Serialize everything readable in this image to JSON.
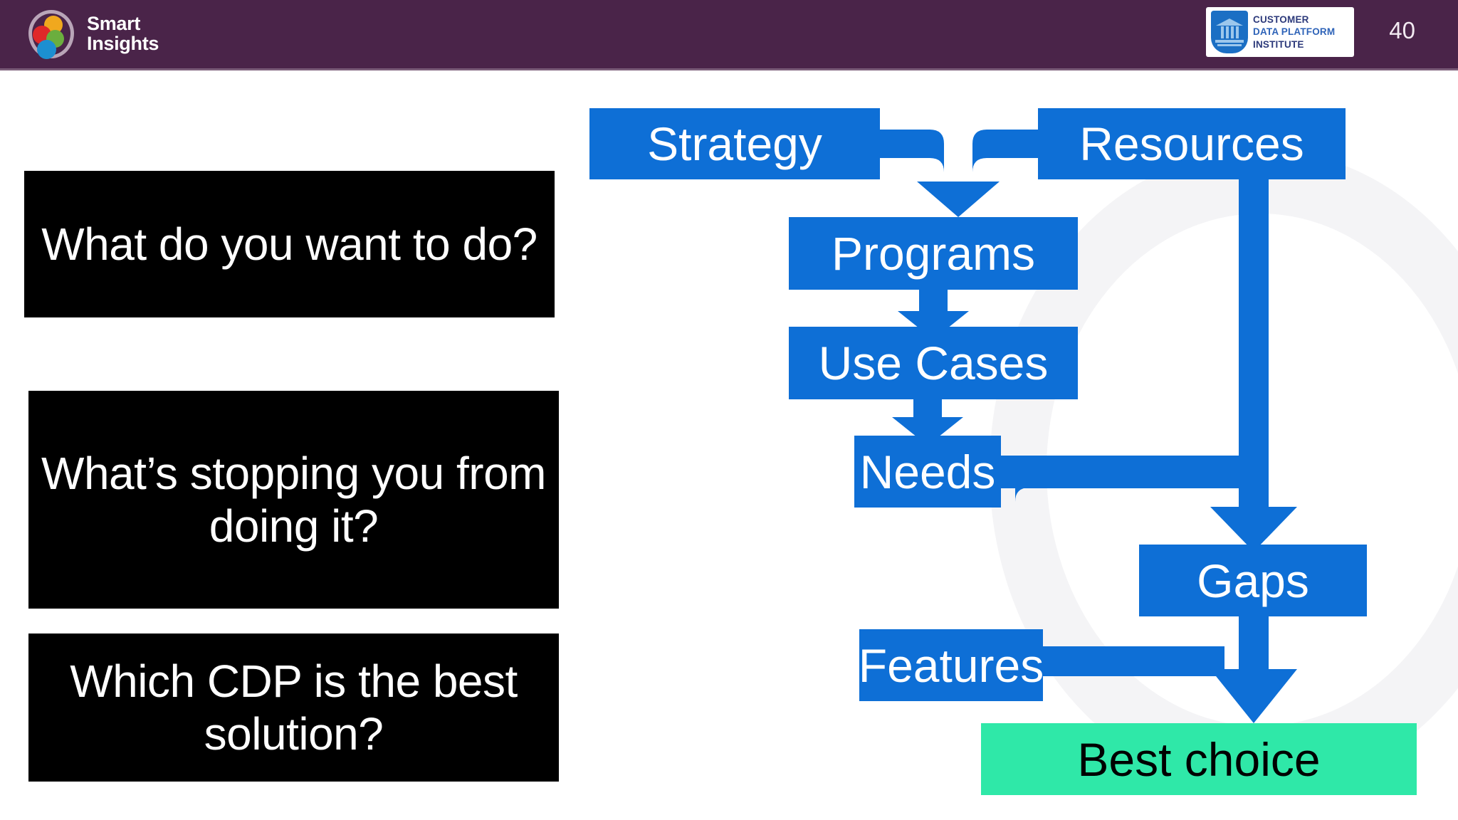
{
  "header": {
    "brand_line1": "Smart",
    "brand_line2": "Insights",
    "partner_logo": {
      "line1": "CUSTOMER",
      "line2": "DATA PLATFORM",
      "line3": "INSTITUTE"
    },
    "page_number": "40",
    "bar_color": "#4A2449"
  },
  "questions": [
    {
      "id": "q1",
      "text": "What do you want to do?"
    },
    {
      "id": "q2",
      "text": "What’s stopping you from doing it?"
    },
    {
      "id": "q3",
      "text": "Which CDP is the best solution?"
    }
  ],
  "diagram": {
    "title": "CDP selection flow",
    "node_color": "#0E6FD6",
    "final_color": "#2FE8A8",
    "nodes": [
      {
        "id": "strategy",
        "label": "Strategy"
      },
      {
        "id": "resources",
        "label": "Resources"
      },
      {
        "id": "programs",
        "label": "Programs"
      },
      {
        "id": "usecases",
        "label": "Use Cases"
      },
      {
        "id": "needs",
        "label": "Needs"
      },
      {
        "id": "gaps",
        "label": "Gaps"
      },
      {
        "id": "features",
        "label": "Features"
      },
      {
        "id": "best",
        "label": "Best choice"
      }
    ],
    "edges": [
      {
        "from": "strategy",
        "to": "programs"
      },
      {
        "from": "resources",
        "to": "programs"
      },
      {
        "from": "programs",
        "to": "usecases"
      },
      {
        "from": "usecases",
        "to": "needs"
      },
      {
        "from": "needs",
        "to": "gaps"
      },
      {
        "from": "resources",
        "to": "gaps"
      },
      {
        "from": "gaps",
        "to": "best"
      },
      {
        "from": "features",
        "to": "best"
      }
    ]
  }
}
